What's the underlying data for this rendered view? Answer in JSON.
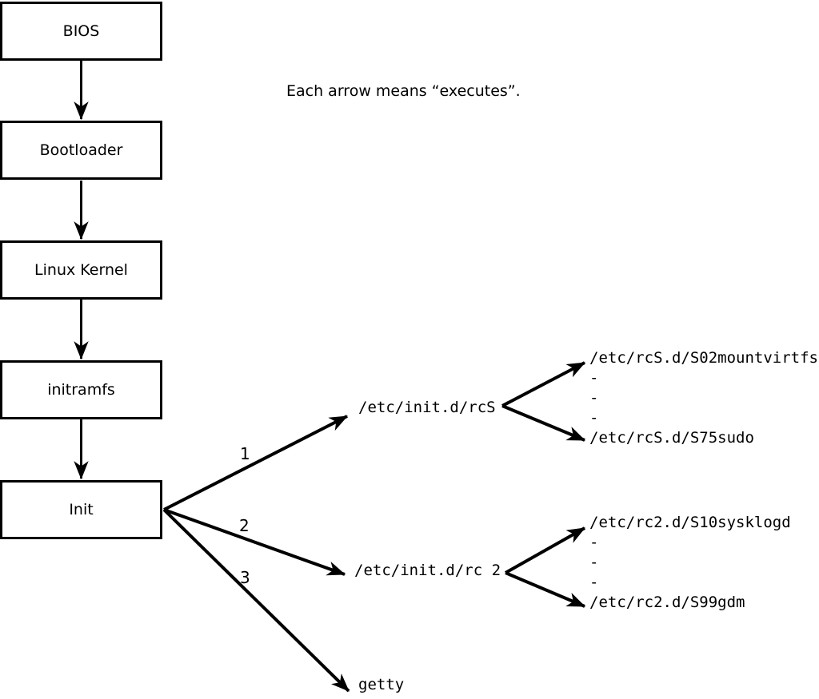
{
  "note": "Each arrow means “executes”.",
  "colors": {
    "line": "#000000",
    "box_bg": "#ffffff",
    "text": "#000000"
  },
  "flowchart": {
    "boxes": [
      {
        "label": "BIOS"
      },
      {
        "label": "Bootloader"
      },
      {
        "label": "Linux Kernel"
      },
      {
        "label": "initramfs"
      },
      {
        "label": "Init"
      }
    ]
  },
  "init_branches": {
    "numbers": [
      "1",
      "2",
      "3"
    ],
    "targets": {
      "rcs": "/etc/init.d/rcS",
      "rc2": "/etc/init.d/rc 2",
      "getty": "getty"
    }
  },
  "rcs_children": [
    "/etc/rcS.d/S02mountvirtfs",
    "-",
    "-",
    "-",
    "/etc/rcS.d/S75sudo"
  ],
  "rc2_children": [
    "/etc/rc2.d/S10sysklogd",
    "-",
    "-",
    "-",
    "/etc/rc2.d/S99gdm"
  ]
}
